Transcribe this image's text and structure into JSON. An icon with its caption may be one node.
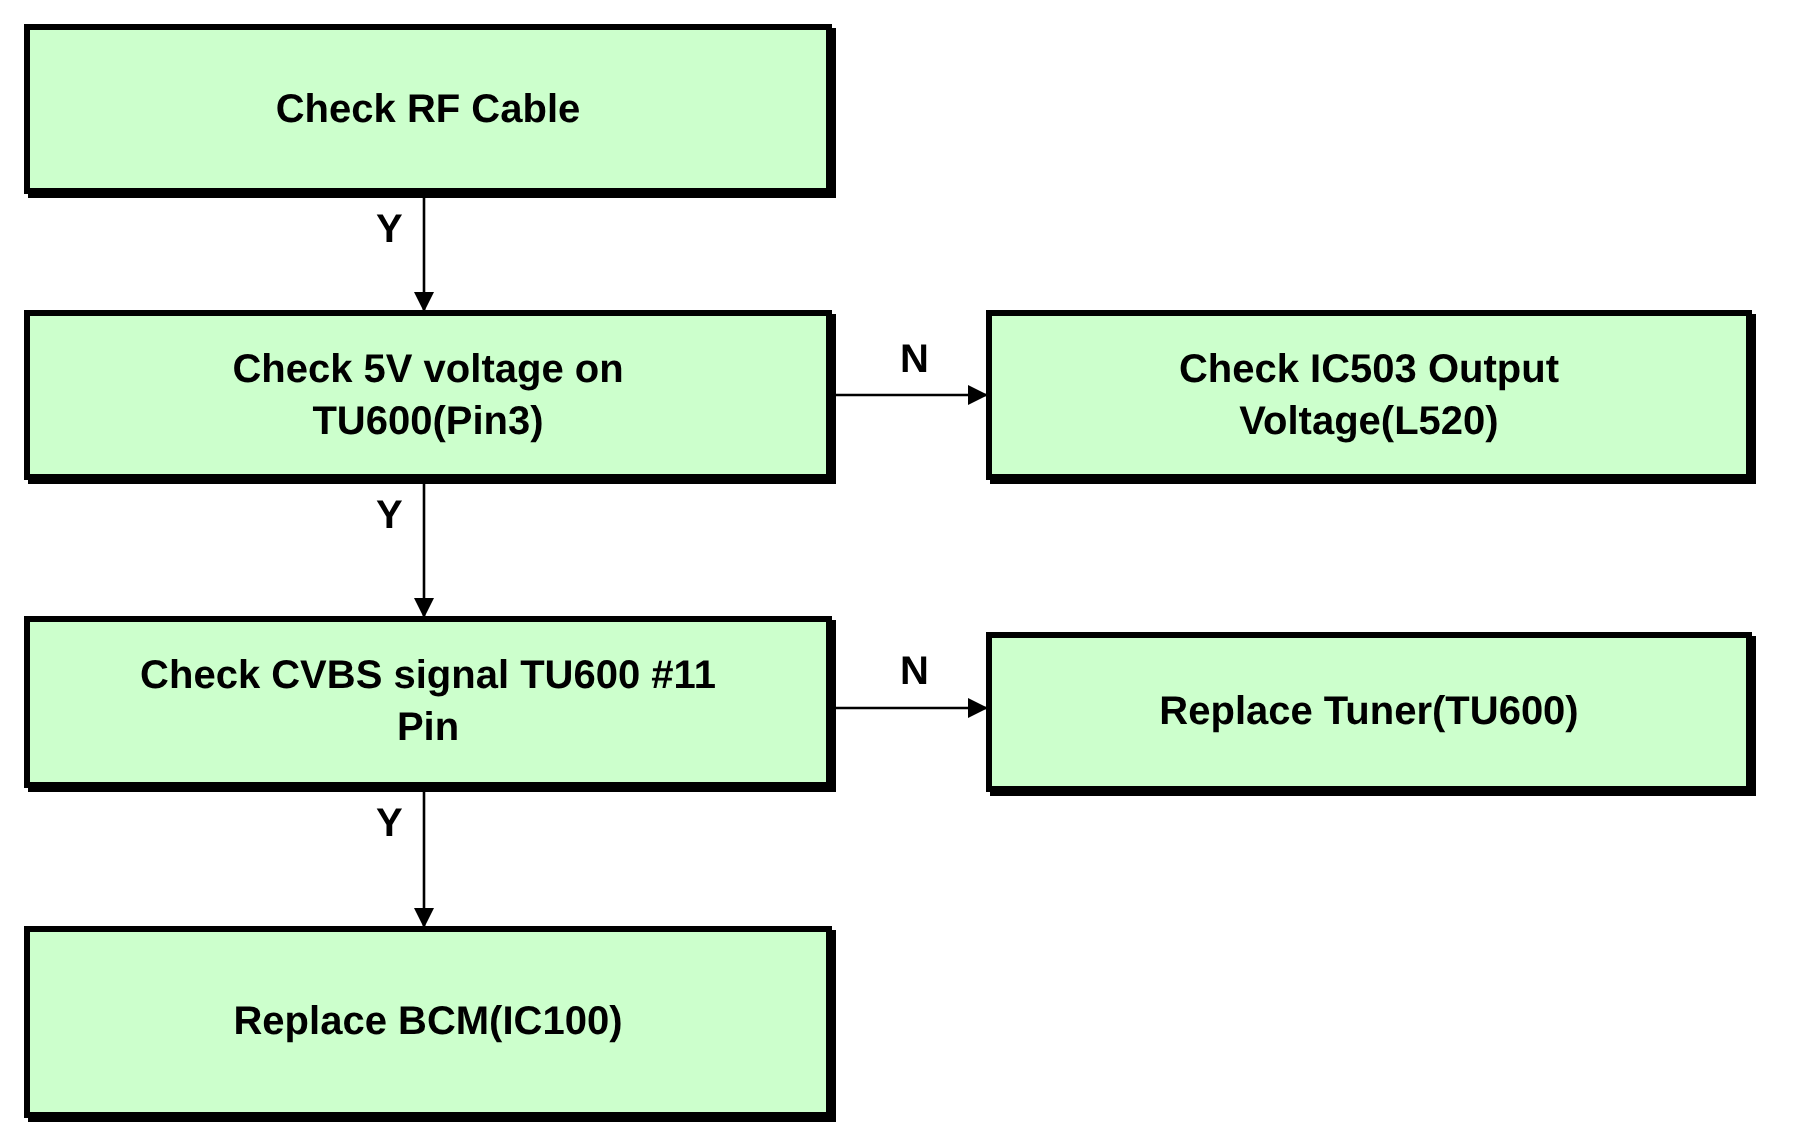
{
  "diagram": {
    "nodes": [
      {
        "text": [
          "Check RF Cable"
        ]
      },
      {
        "text": [
          "Check 5V voltage on TU600(Pin3)"
        ]
      },
      {
        "text": [
          "Check IC503 Output Voltage(L520)"
        ]
      },
      {
        "text": [
          "Check CVBS signal TU600 #11 Pin"
        ]
      },
      {
        "text": [
          "Replace Tuner(TU600)"
        ]
      },
      {
        "text": [
          "Replace BCM(IC100)"
        ]
      }
    ],
    "edges": [
      {
        "from": 0,
        "to": 1,
        "arrow": "to",
        "label": "Y"
      },
      {
        "from": 1,
        "to": 2,
        "arrow": "to",
        "label": "N"
      },
      {
        "from": 1,
        "to": 3,
        "arrow": "to",
        "label": "Y"
      },
      {
        "from": 3,
        "to": 4,
        "arrow": "to",
        "label": "N"
      },
      {
        "from": 3,
        "to": 5,
        "arrow": "to",
        "label": "Y"
      }
    ]
  }
}
